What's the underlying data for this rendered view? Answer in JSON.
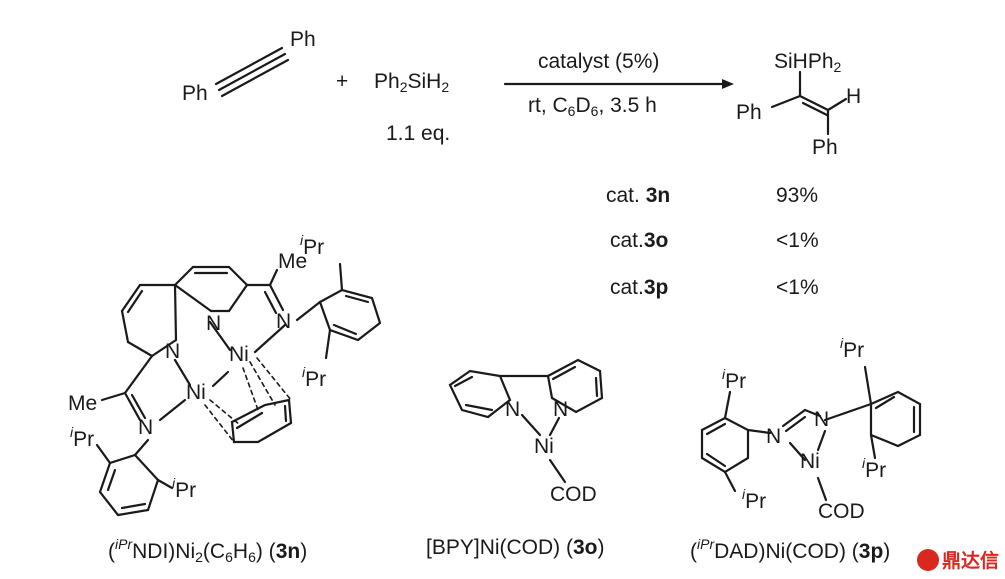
{
  "reaction": {
    "reactant1": {
      "ph_top": "Ph",
      "ph_left": "Ph"
    },
    "plus": "+",
    "reactant2": {
      "p1": "Ph",
      "p1_sub": "2",
      "p2": "SiH",
      "p2_sub": "2",
      "equiv": "1.1 eq."
    },
    "conditions": {
      "catalyst": "catalyst (5%)",
      "c1": "rt, C",
      "c1_sub": "6",
      "c2": "D",
      "c2_sub": "6",
      "c3": ", 3.5 h"
    },
    "product": {
      "si": "SiHPh",
      "si_sub": "2",
      "h": "H",
      "ph_left": "Ph",
      "ph_bottom": "Ph"
    }
  },
  "results": [
    {
      "cat": "cat. ",
      "id": "3n",
      "yield": "93%"
    },
    {
      "cat": "cat.",
      "id": "3o",
      "yield": "<1%"
    },
    {
      "cat": "cat.",
      "id": "3p",
      "yield": "<1%"
    }
  ],
  "cat3n": {
    "atoms": {
      "me_top": "Me",
      "ipr_top_sup": "i",
      "ipr_top": "Pr",
      "n_imine_right": "N",
      "n_ring_top": "N",
      "ni_top": "Ni",
      "ni_bottom": "Ni",
      "n_ring_bottom": "N",
      "me_left": "Me",
      "n_imine_left": "N",
      "ipr_right_sup": "i",
      "ipr_right": "Pr",
      "ipr_left_sup": "i",
      "ipr_left": "Pr",
      "ipr_bottom_sup": "i",
      "ipr_bottom": "Pr"
    },
    "name": {
      "a": "(",
      "sup": "iPr",
      "b": "NDI)Ni",
      "sub1": "2",
      "c": "(C",
      "sub2": "6",
      "d": "H",
      "sub3": "6",
      "e": ") (",
      "id": "3n",
      "f": ")"
    }
  },
  "cat3o": {
    "atoms": {
      "n1": "N",
      "n2": "N",
      "ni": "Ni",
      "cod": "COD"
    },
    "name": {
      "a": "[BPY]Ni(COD) (",
      "id": "3o",
      "b": ")"
    }
  },
  "cat3p": {
    "atoms": {
      "ipr_tl_sup": "i",
      "ipr_tl": "Pr",
      "ipr_bl_sup": "i",
      "ipr_bl": "Pr",
      "n1": "N",
      "n2": "N",
      "ni": "Ni",
      "cod": "COD",
      "ipr_tr_sup": "i",
      "ipr_tr": "Pr",
      "ipr_br_sup": "i",
      "ipr_br": "Pr"
    },
    "name": {
      "a": "(",
      "sup": "iPr",
      "b": "DAD)Ni(COD) (",
      "id": "3p",
      "c": ")"
    }
  },
  "watermark": {
    "text": "鼎达信"
  },
  "colors": {
    "ink": "#1a1a1a",
    "watermark": "#d8281f"
  }
}
